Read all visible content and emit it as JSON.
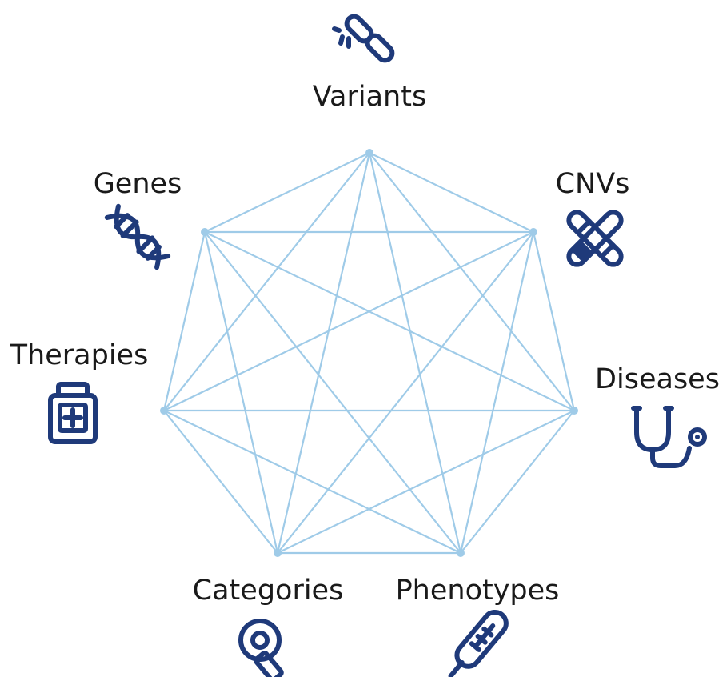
{
  "colors": {
    "edge": "#9fcbe8",
    "icon": "#1f3a7a",
    "text": "#1a1a1a"
  },
  "nodes": [
    {
      "id": "variants",
      "label": "Variants",
      "icon": "broken-link-icon"
    },
    {
      "id": "cnvs",
      "label": "CNVs",
      "icon": "chromosome-icon"
    },
    {
      "id": "diseases",
      "label": "Diseases",
      "icon": "stethoscope-icon"
    },
    {
      "id": "phenotypes",
      "label": "Phenotypes",
      "icon": "thermometer-icon"
    },
    {
      "id": "categories",
      "label": "Categories",
      "icon": "magnifier-tag-icon"
    },
    {
      "id": "therapies",
      "label": "Therapies",
      "icon": "medicine-jar-icon"
    },
    {
      "id": "genes",
      "label": "Genes",
      "icon": "dna-icon"
    }
  ],
  "edges": "complete-graph"
}
